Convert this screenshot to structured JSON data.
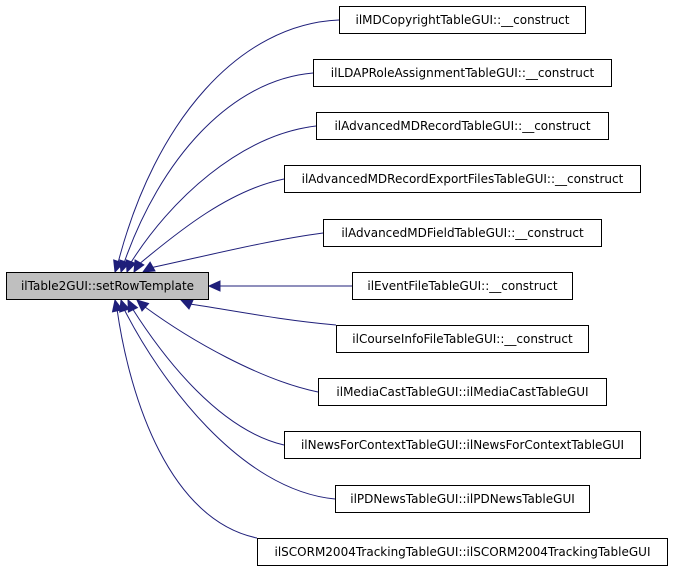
{
  "root": {
    "label": "ilTable2GUI::setRowTemplate"
  },
  "callers": [
    {
      "label": "ilMDCopyrightTableGUI::__construct"
    },
    {
      "label": "ilLDAPRoleAssignmentTableGUI::__construct"
    },
    {
      "label": "ilAdvancedMDRecordTableGUI::__construct"
    },
    {
      "label": "ilAdvancedMDRecordExportFilesTableGUI::__construct"
    },
    {
      "label": "ilAdvancedMDFieldTableGUI::__construct"
    },
    {
      "label": "ilEventFileTableGUI::__construct"
    },
    {
      "label": "ilCourseInfoFileTableGUI::__construct"
    },
    {
      "label": "ilMediaCastTableGUI::ilMediaCastTableGUI"
    },
    {
      "label": "ilNewsForContextTableGUI::ilNewsForContextTableGUI"
    },
    {
      "label": "ilPDNewsTableGUI::ilPDNewsTableGUI"
    },
    {
      "label": "ilSCORM2004TrackingTableGUI::ilSCORM2004TrackingTableGUI"
    }
  ],
  "colors": {
    "edge": "#1f1f7a",
    "root_fill": "#bfbfbf",
    "node_fill": "#ffffff"
  }
}
